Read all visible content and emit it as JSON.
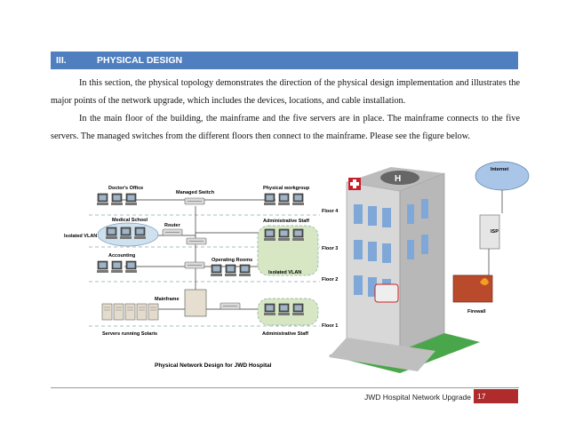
{
  "section": {
    "number": "III.",
    "title": "PHYSICAL DESIGN"
  },
  "paragraphs": [
    "In this section, the physical topology demonstrates the direction of the physical design implementation and illustrates the major points of the network upgrade, which includes the devices, locations, and cable installation.",
    "In the main floor of the building, the mainframe and the five servers are in place. The mainframe connects to the five servers. The managed switches from the different floors then connect to the mainframe.  Please see the figure below."
  ],
  "figure": {
    "labels": {
      "doctors_office": "Doctor's Office",
      "managed_switch": "Managed Switch",
      "physical_workgroup": "Physical workgroup",
      "medical_school": "Medical School",
      "router": "Router",
      "administrative_staff_top": "Administrative Staff",
      "isolated_vlan_left": "Isolated VLAN",
      "floor4": "Floor 4",
      "floor3": "Floor 3",
      "floor2": "Floor 2",
      "floor1": "Floor 1",
      "accounting": "Accounting",
      "operating_rooms": "Operating Rooms",
      "isolated_vlan_right": "Isolated VLAN",
      "mainframe": "Mainframe",
      "servers": "Servers running Solaris",
      "administrative_staff_bottom": "Administrative Staff",
      "internet": "Internet",
      "isp": "ISP",
      "firewall": "Firewall",
      "caption": "Physical Network Design for JWD Hospital"
    }
  },
  "footer": {
    "title": "JWD Hospital Network Upgrade",
    "page": "17"
  },
  "colors": {
    "section_bar": "#4f7fbf",
    "page_box": "#b02b2b",
    "firewall": "#b94a2c"
  }
}
